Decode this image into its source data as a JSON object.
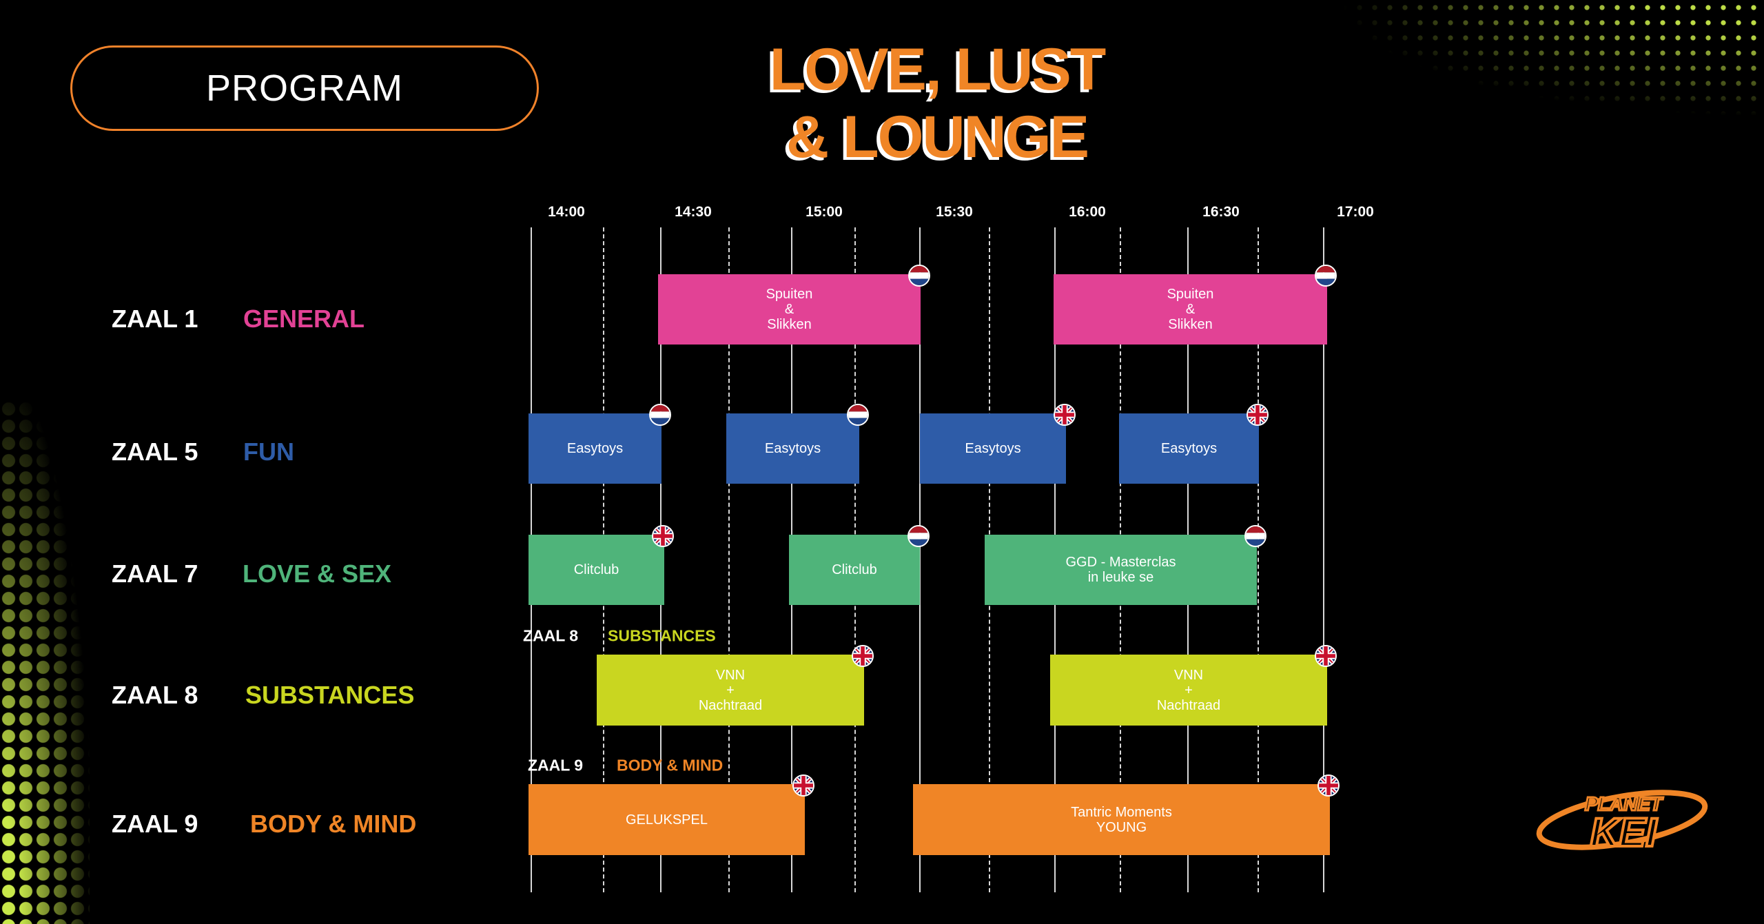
{
  "program_label": "PROGRAM",
  "title": {
    "line1": "LOVE, LUST",
    "line2": "& LOUNGE"
  },
  "time_ticks": [
    "14:00",
    "14:30",
    "15:00",
    "15:30",
    "16:00",
    "16:30",
    "17:00"
  ],
  "rooms": [
    {
      "zaal": "ZAAL 1",
      "theme": "GENERAL",
      "color": "#e24295"
    },
    {
      "zaal": "ZAAL 5",
      "theme": "FUN",
      "color": "#2e5ca8"
    },
    {
      "zaal": "ZAAL 7",
      "theme": "LOVE & SEX",
      "color": "#4fb47a"
    },
    {
      "zaal": "ZAAL 8",
      "theme": "SUBSTANCES",
      "color": "#c9d620"
    },
    {
      "zaal": "ZAAL 9",
      "theme": "BODY & MIND",
      "color": "#f08526"
    }
  ],
  "sub_labels": [
    {
      "zaal": "ZAAL 8",
      "theme": "SUBSTANCES"
    },
    {
      "zaal": "ZAAL 9",
      "theme": "BODY & MIND"
    }
  ],
  "sessions": [
    {
      "room": 0,
      "title": "Spuiten\n&\nSlikken",
      "flag": "nl"
    },
    {
      "room": 0,
      "title": "Spuiten\n&\nSlikken",
      "flag": "nl"
    },
    {
      "room": 1,
      "title": "Easytoys",
      "flag": "nl"
    },
    {
      "room": 1,
      "title": "Easytoys",
      "flag": "nl"
    },
    {
      "room": 1,
      "title": "Easytoys",
      "flag": "uk"
    },
    {
      "room": 1,
      "title": "Easytoys",
      "flag": "uk"
    },
    {
      "room": 2,
      "title": "Clitclub",
      "flag": "uk"
    },
    {
      "room": 2,
      "title": "Clitclub",
      "flag": "nl"
    },
    {
      "room": 2,
      "title": "GGD - Masterclas\nin leuke se",
      "flag": "nl"
    },
    {
      "room": 3,
      "title": "VNN\n+\nNachtraad",
      "flag": "uk"
    },
    {
      "room": 3,
      "title": "VNN\n+\nNachtraad",
      "flag": "uk"
    },
    {
      "room": 4,
      "title": "GELUKSPEL",
      "flag": "uk"
    },
    {
      "room": 4,
      "title": "Tantric Moments\nYOUNG",
      "flag": "uk"
    }
  ],
  "logo": {
    "line1": "PLANET",
    "line2": "KEI"
  },
  "colors": {
    "accent": "#f08526",
    "dots": "#c8e84a"
  }
}
